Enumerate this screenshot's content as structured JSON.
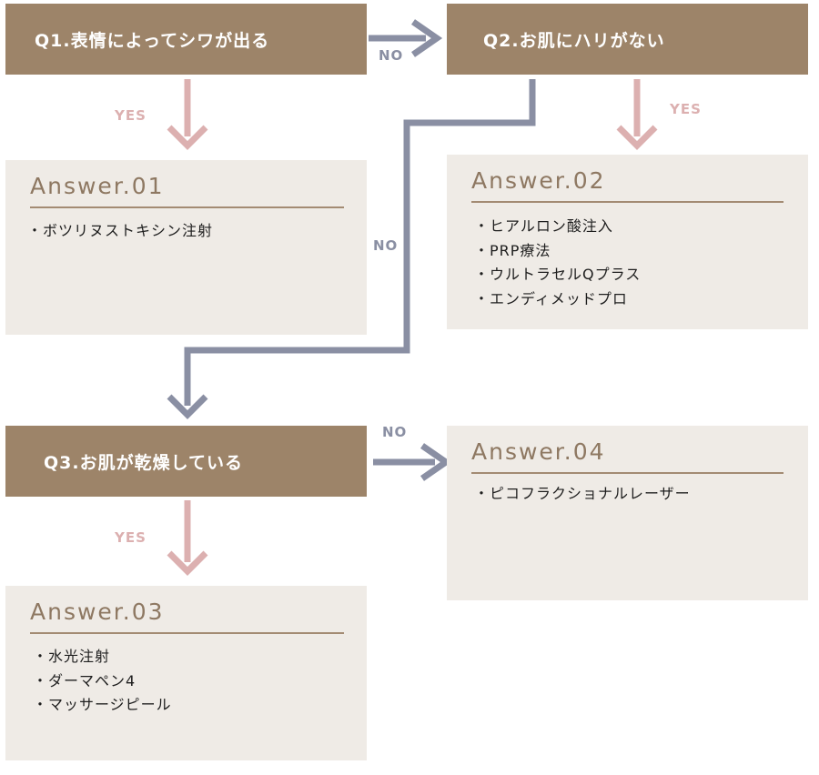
{
  "questions": {
    "q1": "Q1.表情によってシワが出る",
    "q2": "Q2.お肌にハリがない",
    "q3": "Q3.お肌が乾燥している"
  },
  "labels": {
    "yes": "YES",
    "no": "NO"
  },
  "answers": {
    "a1": {
      "title": "Answer.01",
      "items": [
        "・ボツリヌストキシン注射"
      ]
    },
    "a2": {
      "title": "Answer.02",
      "items": [
        "・ヒアルロン酸注入",
        "・PRP療法",
        "・ウルトラセルQプラス",
        "・エンディメッドプロ"
      ]
    },
    "a3": {
      "title": "Answer.03",
      "items": [
        "・水光注射",
        "・ダーマペン4",
        "・マッサージピール"
      ]
    },
    "a4": {
      "title": "Answer.04",
      "items": [
        "・ピコフラクショナルレーザー"
      ]
    }
  },
  "colors": {
    "question_bg": "#9d8469",
    "answer_bg": "#efebe6",
    "yes_arrow": "#dcb0b0",
    "no_arrow": "#8a8fa3"
  }
}
